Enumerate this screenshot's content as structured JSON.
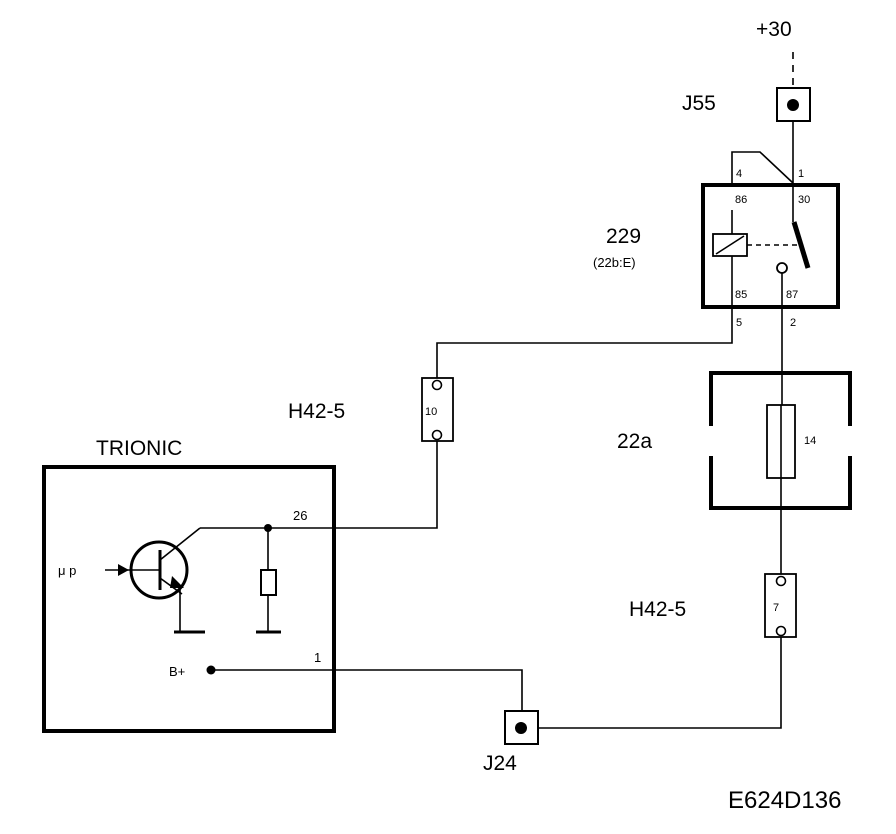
{
  "labels": {
    "supply": "+30",
    "j55": "J55",
    "relay_id": "229",
    "relay_ref": "(22b:E)",
    "relay_pin_4": "4",
    "relay_pin_1": "1",
    "relay_pin_86": "86",
    "relay_pin_30": "30",
    "relay_pin_85": "85",
    "relay_pin_87": "87",
    "relay_pin_5": "5",
    "relay_pin_2": "2",
    "h42_upper": "H42-5",
    "h42_upper_pin": "10",
    "trionic": "TRIONIC",
    "trionic_pin_26": "26",
    "trionic_pin_1": "1",
    "mu_p": "μ p",
    "b_plus": "B+",
    "fuse_block": "22a",
    "fuse_num": "14",
    "h42_lower": "H42-5",
    "h42_lower_pin": "7",
    "j24": "J24",
    "drawing_code": "E624D136"
  }
}
